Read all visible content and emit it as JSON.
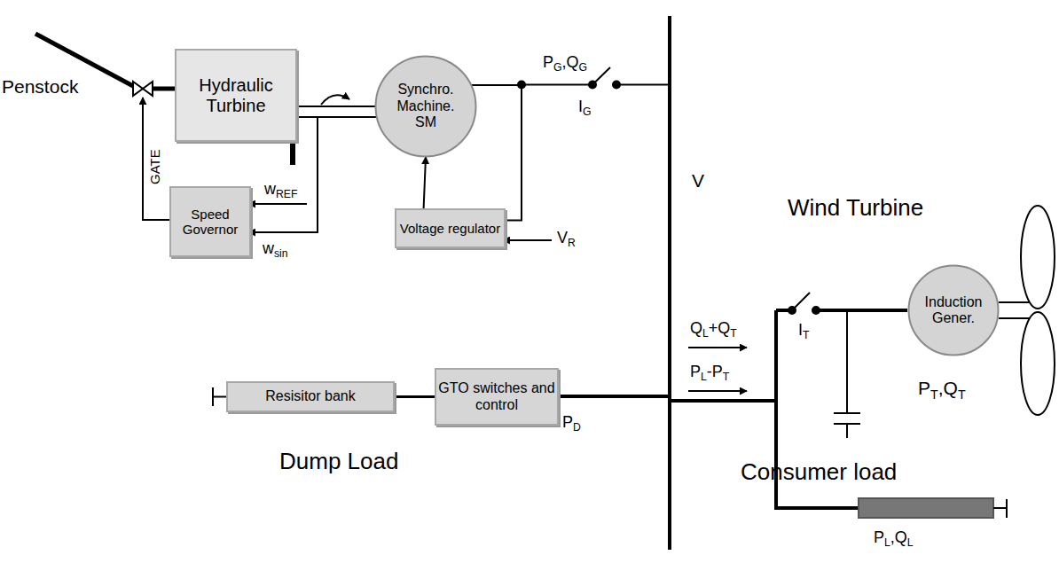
{
  "diagram": {
    "nodes": [
      {
        "text": [
          "Hydraulic Turbine"
        ]
      },
      {
        "text": [
          "Synchro. Machine. SM"
        ]
      },
      {
        "text": [
          "Speed Governor"
        ]
      },
      {
        "text": [
          "Voltage regulator"
        ]
      },
      {
        "text": [
          "Induction Gener."
        ]
      },
      {
        "text": [
          "Resisitor bank"
        ]
      },
      {
        "text": [
          "GTO switches and control"
        ]
      }
    ],
    "edges": [
      {
        "from": 0,
        "to": 1,
        "arrow": "none"
      },
      {
        "from": 3,
        "to": 1,
        "arrow": "to"
      },
      {
        "from": 1,
        "to": 3,
        "arrow": "none"
      },
      {
        "from": 5,
        "to": 6,
        "arrow": "none"
      }
    ],
    "labels": [
      "Penstock",
      "GATE",
      "w",
      "REF",
      "w",
      "sin",
      "V",
      "R",
      "P",
      "G",
      ",Q",
      "G",
      "I",
      "G",
      "V",
      "Wind Turbine",
      "Q",
      "L",
      "+Q",
      "T",
      "P",
      "L",
      "-P",
      "T",
      "I",
      "T",
      "P",
      "T",
      ",Q",
      "T",
      "Dump Load",
      "P",
      "D",
      "Consumer load",
      "P",
      "L",
      ",Q",
      "L"
    ]
  }
}
